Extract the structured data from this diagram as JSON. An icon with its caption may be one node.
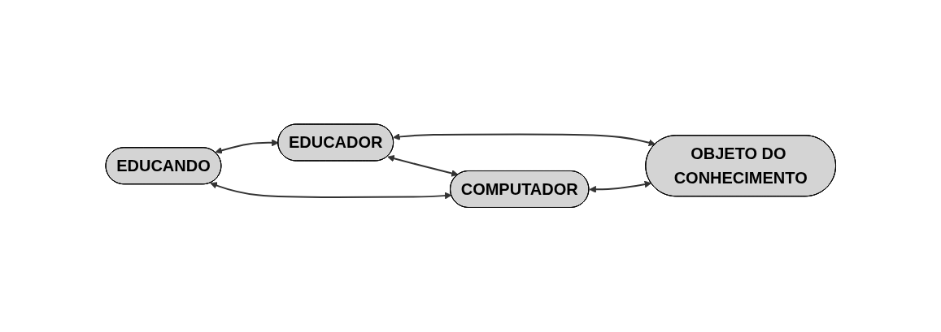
{
  "diagram": {
    "nodes": [
      {
        "text": [
          "EDUCADOR"
        ]
      },
      {
        "text": [
          "EDUCANDO"
        ]
      },
      {
        "text": [
          "OBJETO DO CONHECIMENTO"
        ]
      },
      {
        "text": [
          "COMPUTADOR"
        ]
      }
    ],
    "edges": [
      {
        "from": 1,
        "to": 0,
        "arrow": "both"
      },
      {
        "from": 0,
        "to": 2,
        "arrow": "both"
      },
      {
        "from": 0,
        "to": 3,
        "arrow": "both"
      },
      {
        "from": 1,
        "to": 3,
        "arrow": "both"
      },
      {
        "from": 3,
        "to": 2,
        "arrow": "both"
      }
    ]
  }
}
